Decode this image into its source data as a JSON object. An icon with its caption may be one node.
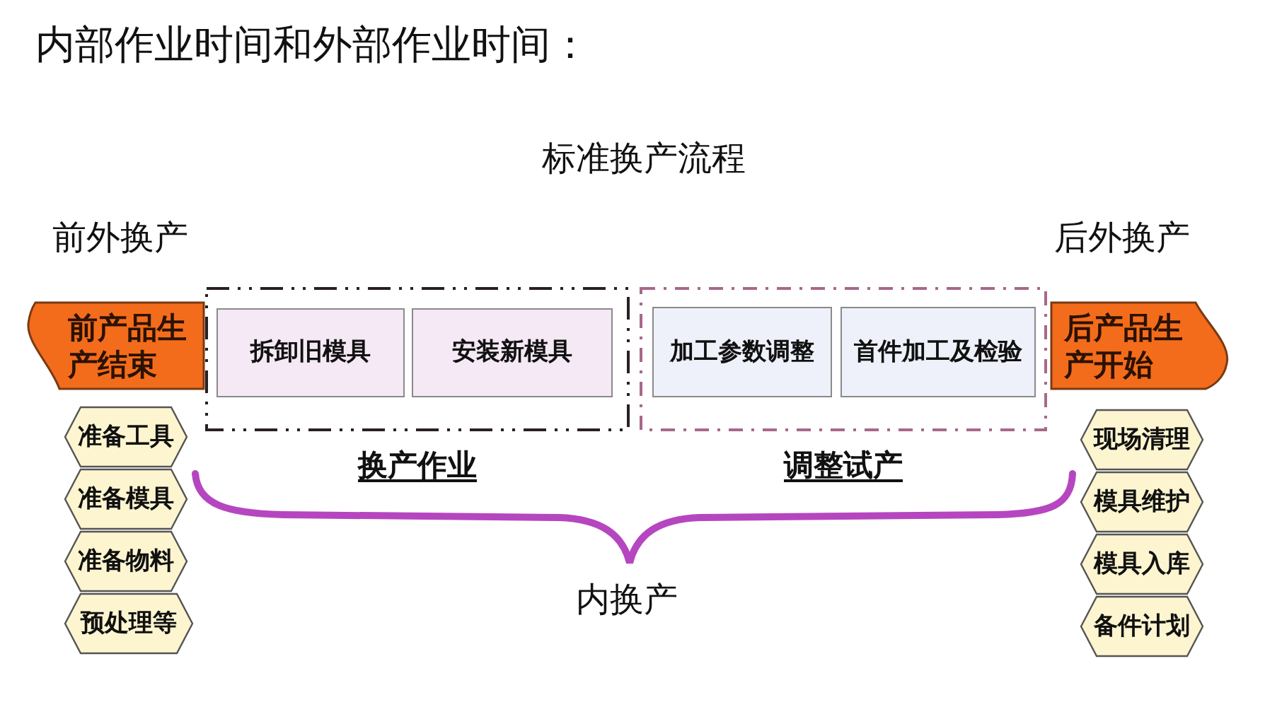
{
  "diagram": {
    "title": "内部作业时间和外部作业时间：",
    "nodes": [
      {
        "text": [
          "前产品生产结束"
        ]
      },
      {
        "text": [
          "准备工具"
        ]
      },
      {
        "text": [
          "准备模具"
        ]
      },
      {
        "text": [
          "准备物料"
        ]
      },
      {
        "text": [
          "预处理等"
        ]
      },
      {
        "text": [
          "换产作业"
        ]
      },
      {
        "text": [
          "拆卸旧模具"
        ],
        "in": 5
      },
      {
        "text": [
          "安装新模具"
        ],
        "in": 5
      },
      {
        "text": [
          "调整试产"
        ]
      },
      {
        "text": [
          "加工参数调整"
        ],
        "in": 8
      },
      {
        "text": [
          "首件加工及检验"
        ],
        "in": 8
      },
      {
        "text": [
          "后产品生产开始"
        ]
      },
      {
        "text": [
          "现场清理"
        ]
      },
      {
        "text": [
          "模具维护"
        ]
      },
      {
        "text": [
          "模具入库"
        ]
      },
      {
        "text": [
          "备件计划"
        ]
      }
    ],
    "labels": [
      "标准换产流程",
      "前外换产",
      "后外换产",
      "内换产"
    ]
  }
}
